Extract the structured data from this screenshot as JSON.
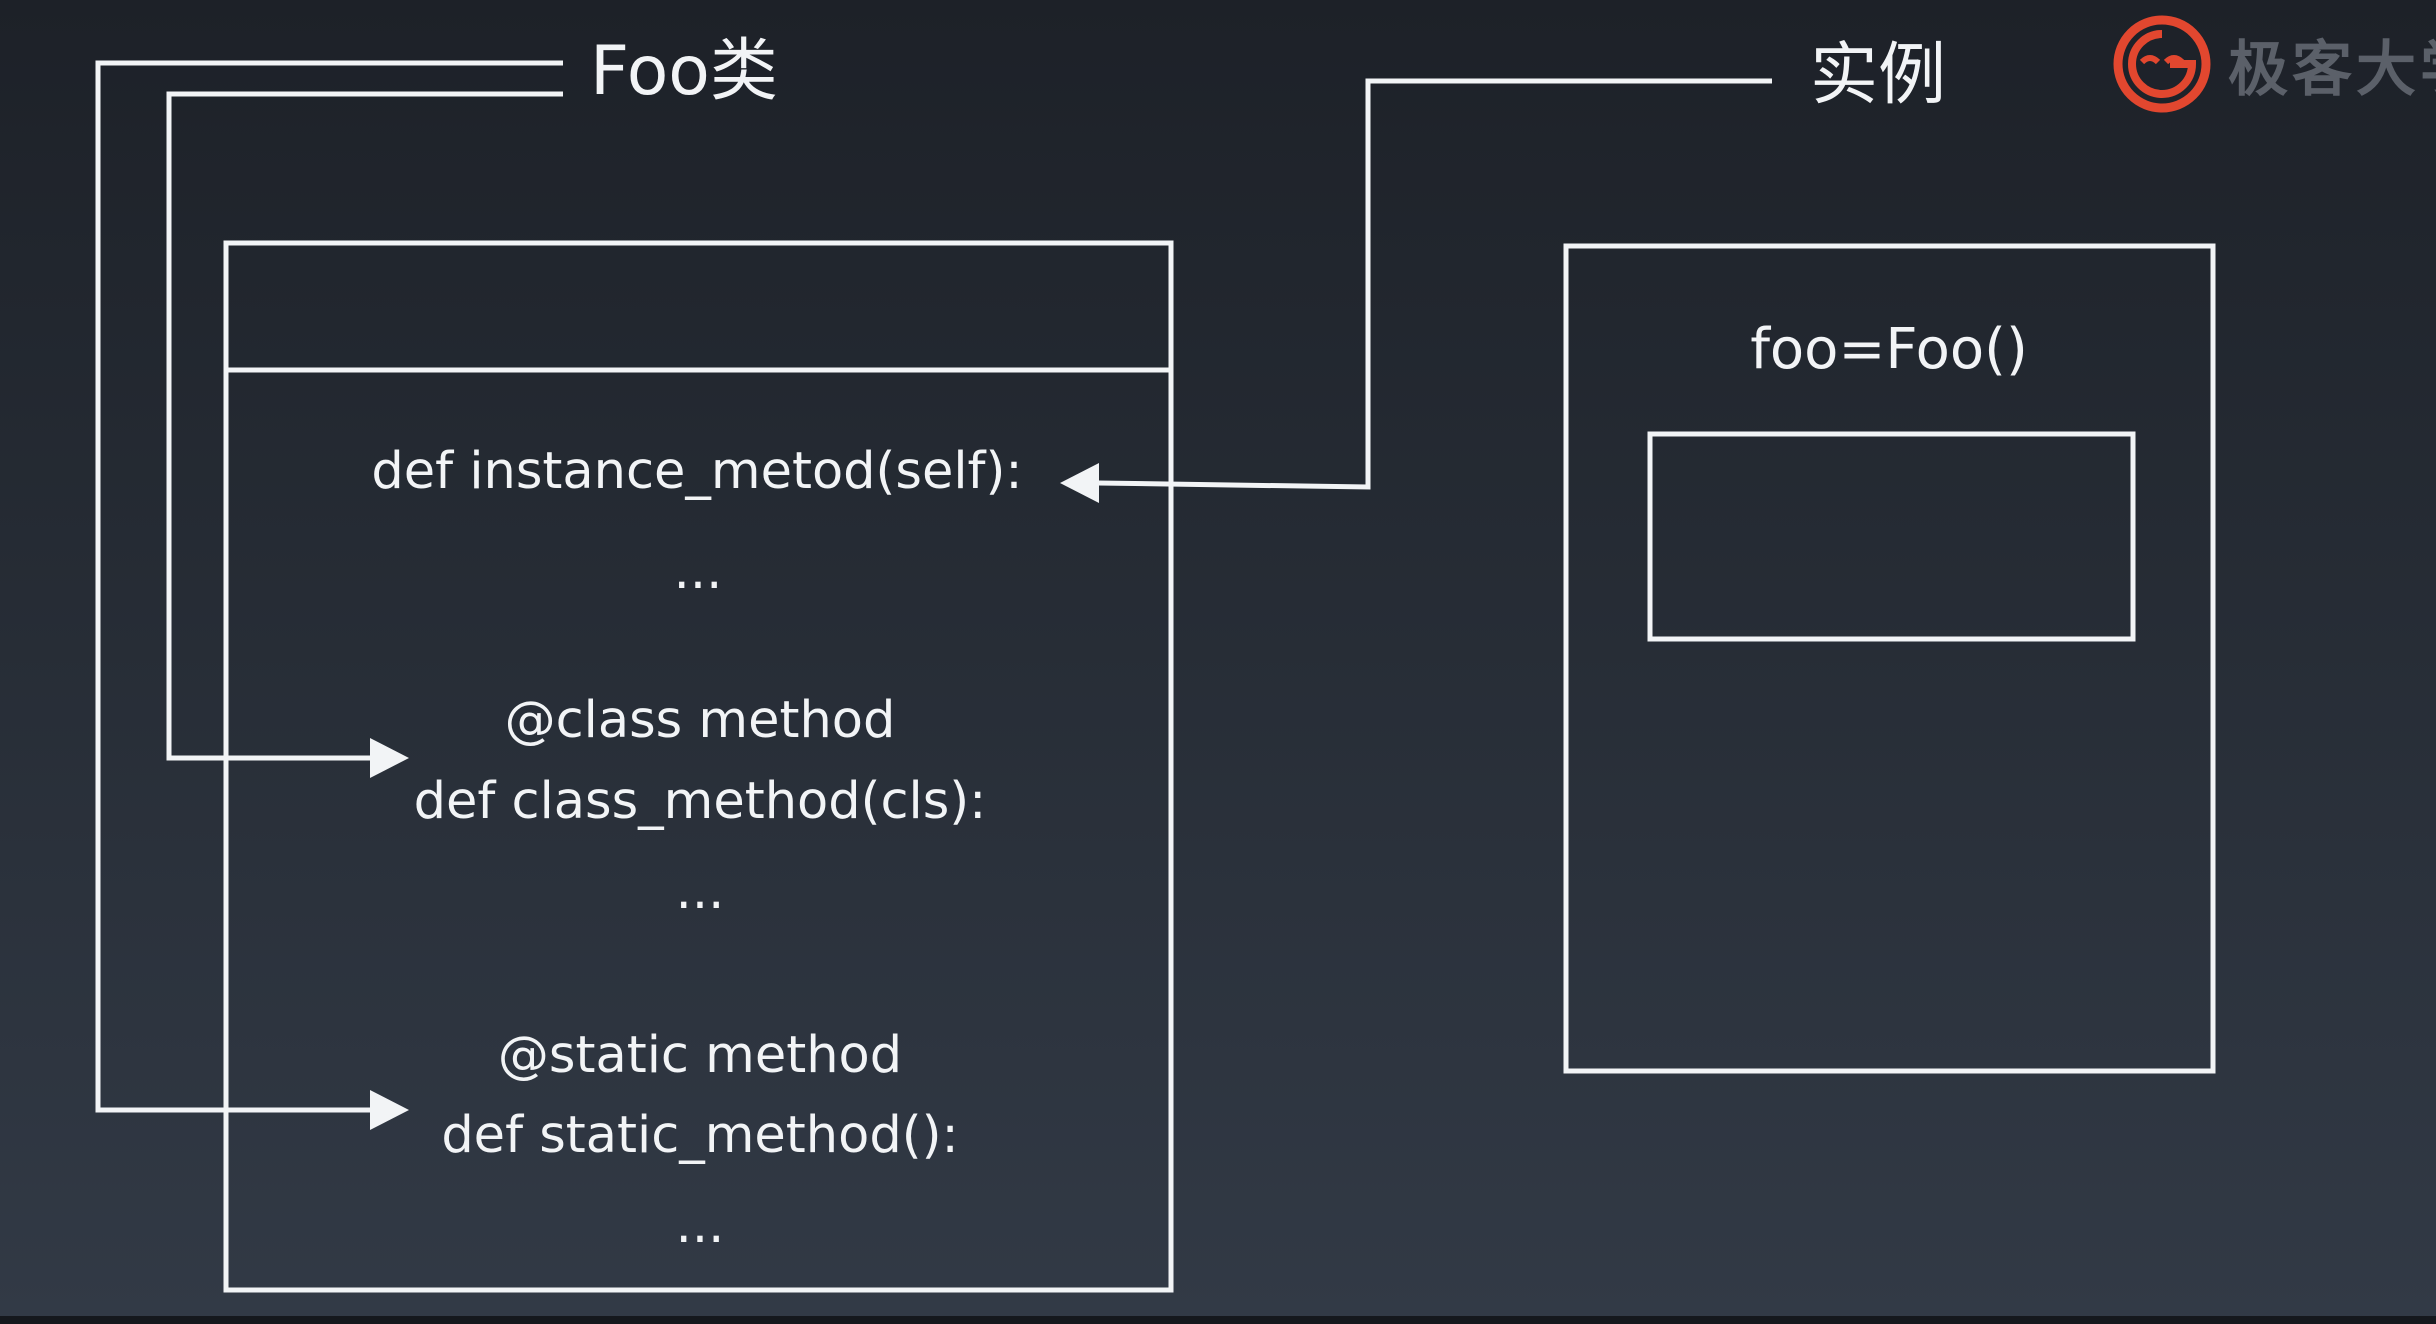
{
  "diagram": {
    "class_label": "Foo类",
    "instance_label": "实例",
    "instance_method": {
      "signature": "def instance_metod(self):",
      "body": "..."
    },
    "class_method": {
      "decorator": "@class method",
      "signature": "def class_method(cls):",
      "body": "..."
    },
    "static_method": {
      "decorator": "@static method",
      "signature": "def static_method():",
      "body": "..."
    },
    "instance_code": "foo=Foo()"
  },
  "watermark": {
    "text": "极客大学",
    "icon": "geekbang-logo-icon",
    "color": "#e2472f"
  },
  "colors": {
    "line": "#f2f4f6",
    "text": "#f2f4f6",
    "background_top": "#1d2128",
    "background_bottom": "#323a46"
  }
}
